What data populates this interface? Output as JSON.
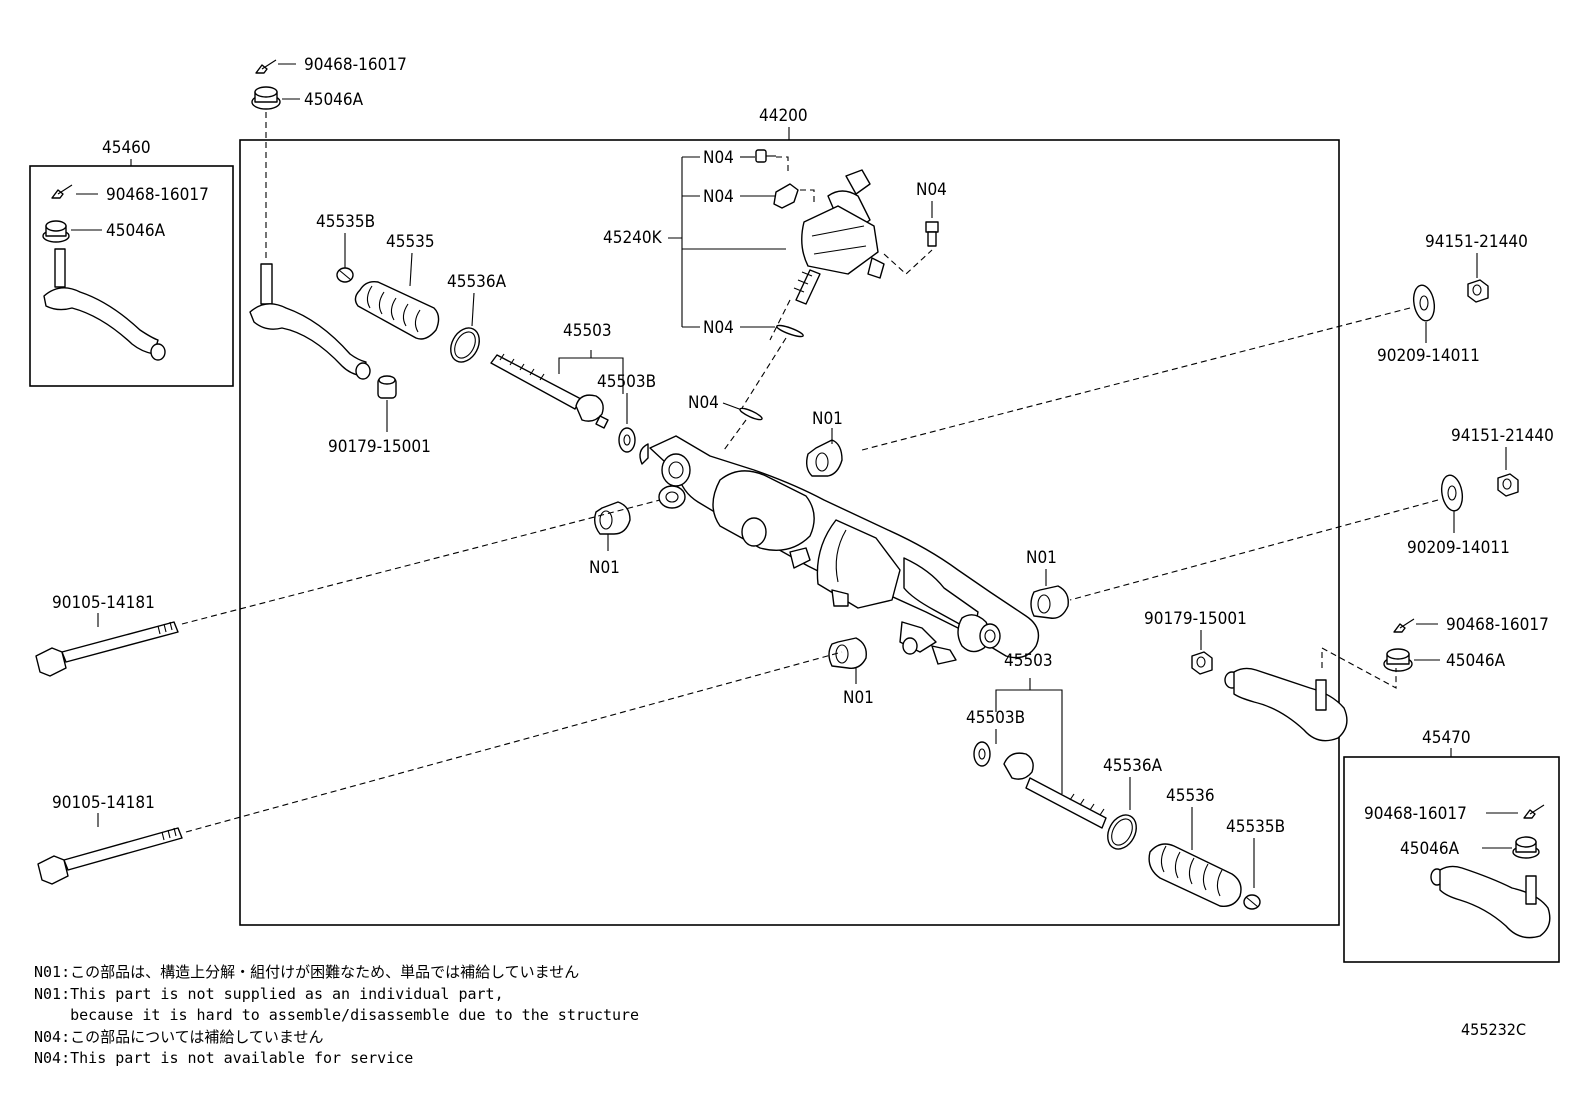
{
  "labels": {
    "p44200": "44200",
    "p45460": "45460",
    "p45470": "45470",
    "p45240k": "45240K",
    "p90468_16017": "90468-16017",
    "p45046a": "45046A",
    "p45535b": "45535B",
    "p45535": "45535",
    "p45536a": "45536A",
    "p45503": "45503",
    "p45503b": "45503B",
    "p90179_15001": "90179-15001",
    "p90105_14181": "90105-14181",
    "p94151_21440": "94151-21440",
    "p90209_14011": "90209-14011",
    "p45536": "45536",
    "n01": "N01",
    "n04": "N04"
  },
  "notes": [
    "N01:この部品は、構造上分解・組付けが困難なため、単品では補給していません",
    "N01:This part is not supplied as an individual part,",
    "    because it is hard to assemble/disassemble due to the structure",
    "N04:この部品については補給していません",
    "N04:This part is not available for service"
  ],
  "diagram_code": "455232C"
}
